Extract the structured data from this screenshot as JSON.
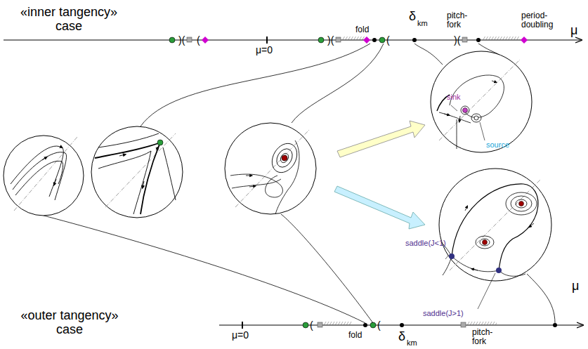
{
  "diagram": {
    "labels": [
      "«inner tangency» case",
      "μ=0",
      "fold",
      "δ",
      "km",
      "pitch- fork",
      "period- doubling",
      "μ",
      "sink",
      "source",
      "saddle(J<1)",
      "saddle(J>1)",
      "«outer tangency» case",
      "μ=0",
      "fold",
      "δ",
      "km",
      "pitch- fork",
      "μ"
    ]
  }
}
